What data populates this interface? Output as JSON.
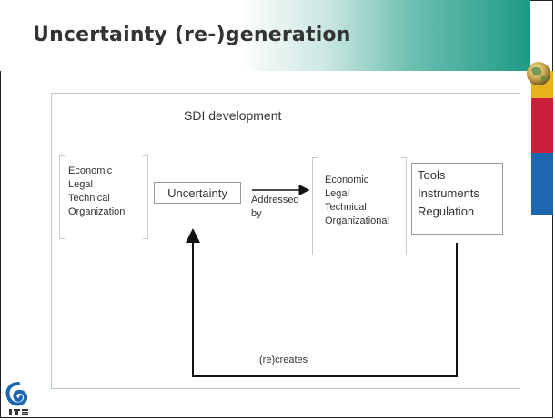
{
  "slide": {
    "title": "Uncertainty (re-)generation",
    "colors": {
      "title_gradient_end": "#1f9a86",
      "strip_yellow": "#e9b11b",
      "strip_red": "#c9203a",
      "strip_blue": "#1d67b1",
      "logo_blue": "#1d67b1"
    },
    "icons": [
      "globe-icon",
      "organization-logo-icon"
    ]
  },
  "diagram": {
    "heading": "SDI development",
    "left_list": [
      "Economic",
      "Legal",
      "Technical",
      "Organization"
    ],
    "uncertainty_label": "Uncertainty",
    "arrow_label": [
      "Addressed",
      "by"
    ],
    "middle_list": [
      "Economic",
      "Legal",
      "Technical",
      "Organizational"
    ],
    "right_list": [
      "Tools",
      "Instruments",
      "Regulation"
    ],
    "feedback_label": "(re)creates"
  }
}
